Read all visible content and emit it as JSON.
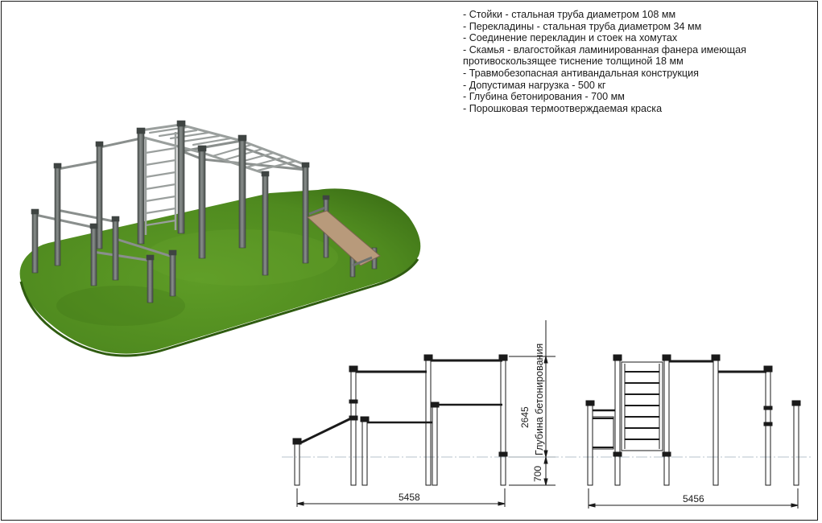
{
  "specs": [
    "- Стойки - стальная труба диаметром 108 мм",
    "- Перекладины - стальная труба диаметром 34 мм",
    "- Соединение перекладин и стоек на хомутах",
    "- Скамья - влагостойкая ламинированная фанера имеющая противоскользящее тиснение толщиной 18 мм",
    "- Травмобезопасная антивандальная конструкция",
    "- Допустимая нагрузка - 500 кг",
    "- Глубина бетонирования - 700 мм",
    "- Порошковая термоотверждаемая краска"
  ],
  "drawing": {
    "front_width": "5458",
    "side_width": "5456",
    "height": "2645",
    "depth": "700",
    "depth_label": "Глубина бетонирования"
  },
  "colors": {
    "grass": "#4f8a1f",
    "grass_dark": "#356612",
    "metal": "#6d7270",
    "metal_dark": "#3f4442",
    "bench": "#b89a7b",
    "line": "#1a1a1a",
    "ground_line": "#b7c3cc"
  },
  "icons": {
    "render": "outdoor-workout-complex-illustration",
    "front": "front-elevation-drawing",
    "side": "side-elevation-drawing"
  }
}
